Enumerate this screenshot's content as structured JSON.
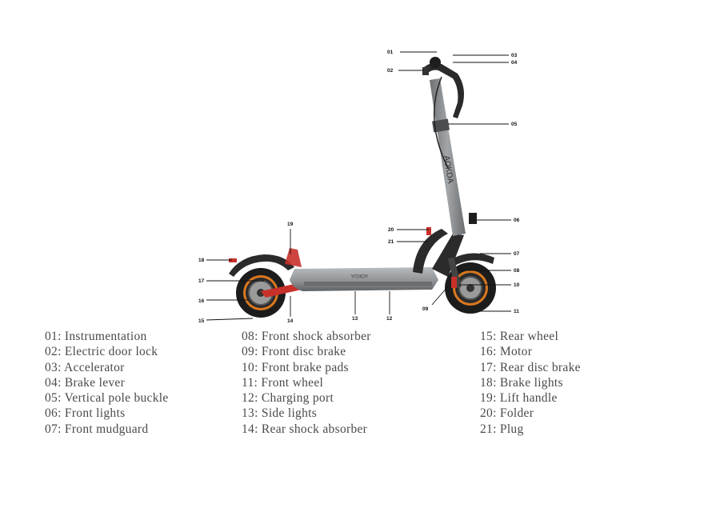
{
  "brand_text": "AOKDA",
  "callouts": [
    "01",
    "02",
    "03",
    "04",
    "05",
    "06",
    "07",
    "08",
    "09",
    "10",
    "11",
    "12",
    "13",
    "14",
    "15",
    "16",
    "17",
    "18",
    "19",
    "20",
    "21"
  ],
  "legend": {
    "columns": [
      [
        {
          "number": "01",
          "label": "Instrumentation"
        },
        {
          "number": "02",
          "label": "Electric door lock"
        },
        {
          "number": "03",
          "label": "Accelerator"
        },
        {
          "number": "04",
          "label": "Brake lever"
        },
        {
          "number": "05",
          "label": "Vertical pole buckle"
        },
        {
          "number": "06",
          "label": "Front lights"
        },
        {
          "number": "07",
          "label": "Front mudguard"
        }
      ],
      [
        {
          "number": "08",
          "label": "Front shock absorber"
        },
        {
          "number": "09",
          "label": "Front disc brake"
        },
        {
          "number": "10",
          "label": "Front brake pads"
        },
        {
          "number": "11",
          "label": "Front wheel"
        },
        {
          "number": "12",
          "label": "Charging port"
        },
        {
          "number": "13",
          "label": "Side lights"
        },
        {
          "number": "14",
          "label": "Rear shock absorber"
        }
      ],
      [
        {
          "number": "15",
          "label": "Rear wheel"
        },
        {
          "number": "16",
          "label": "Motor"
        },
        {
          "number": "17",
          "label": "Rear disc brake"
        },
        {
          "number": "18",
          "label": "Brake lights"
        },
        {
          "number": "19",
          "label": "Lift handle"
        },
        {
          "number": "20",
          "label": "Folder"
        },
        {
          "number": "21",
          "label": "Plug"
        }
      ]
    ]
  },
  "colors": {
    "frame": "#8a8d90",
    "frame_dark": "#5d6063",
    "tire": "#1c1c1c",
    "rim_orange": "#d9771f",
    "brake_red": "#c8302a",
    "text": "#4a4a4a"
  }
}
